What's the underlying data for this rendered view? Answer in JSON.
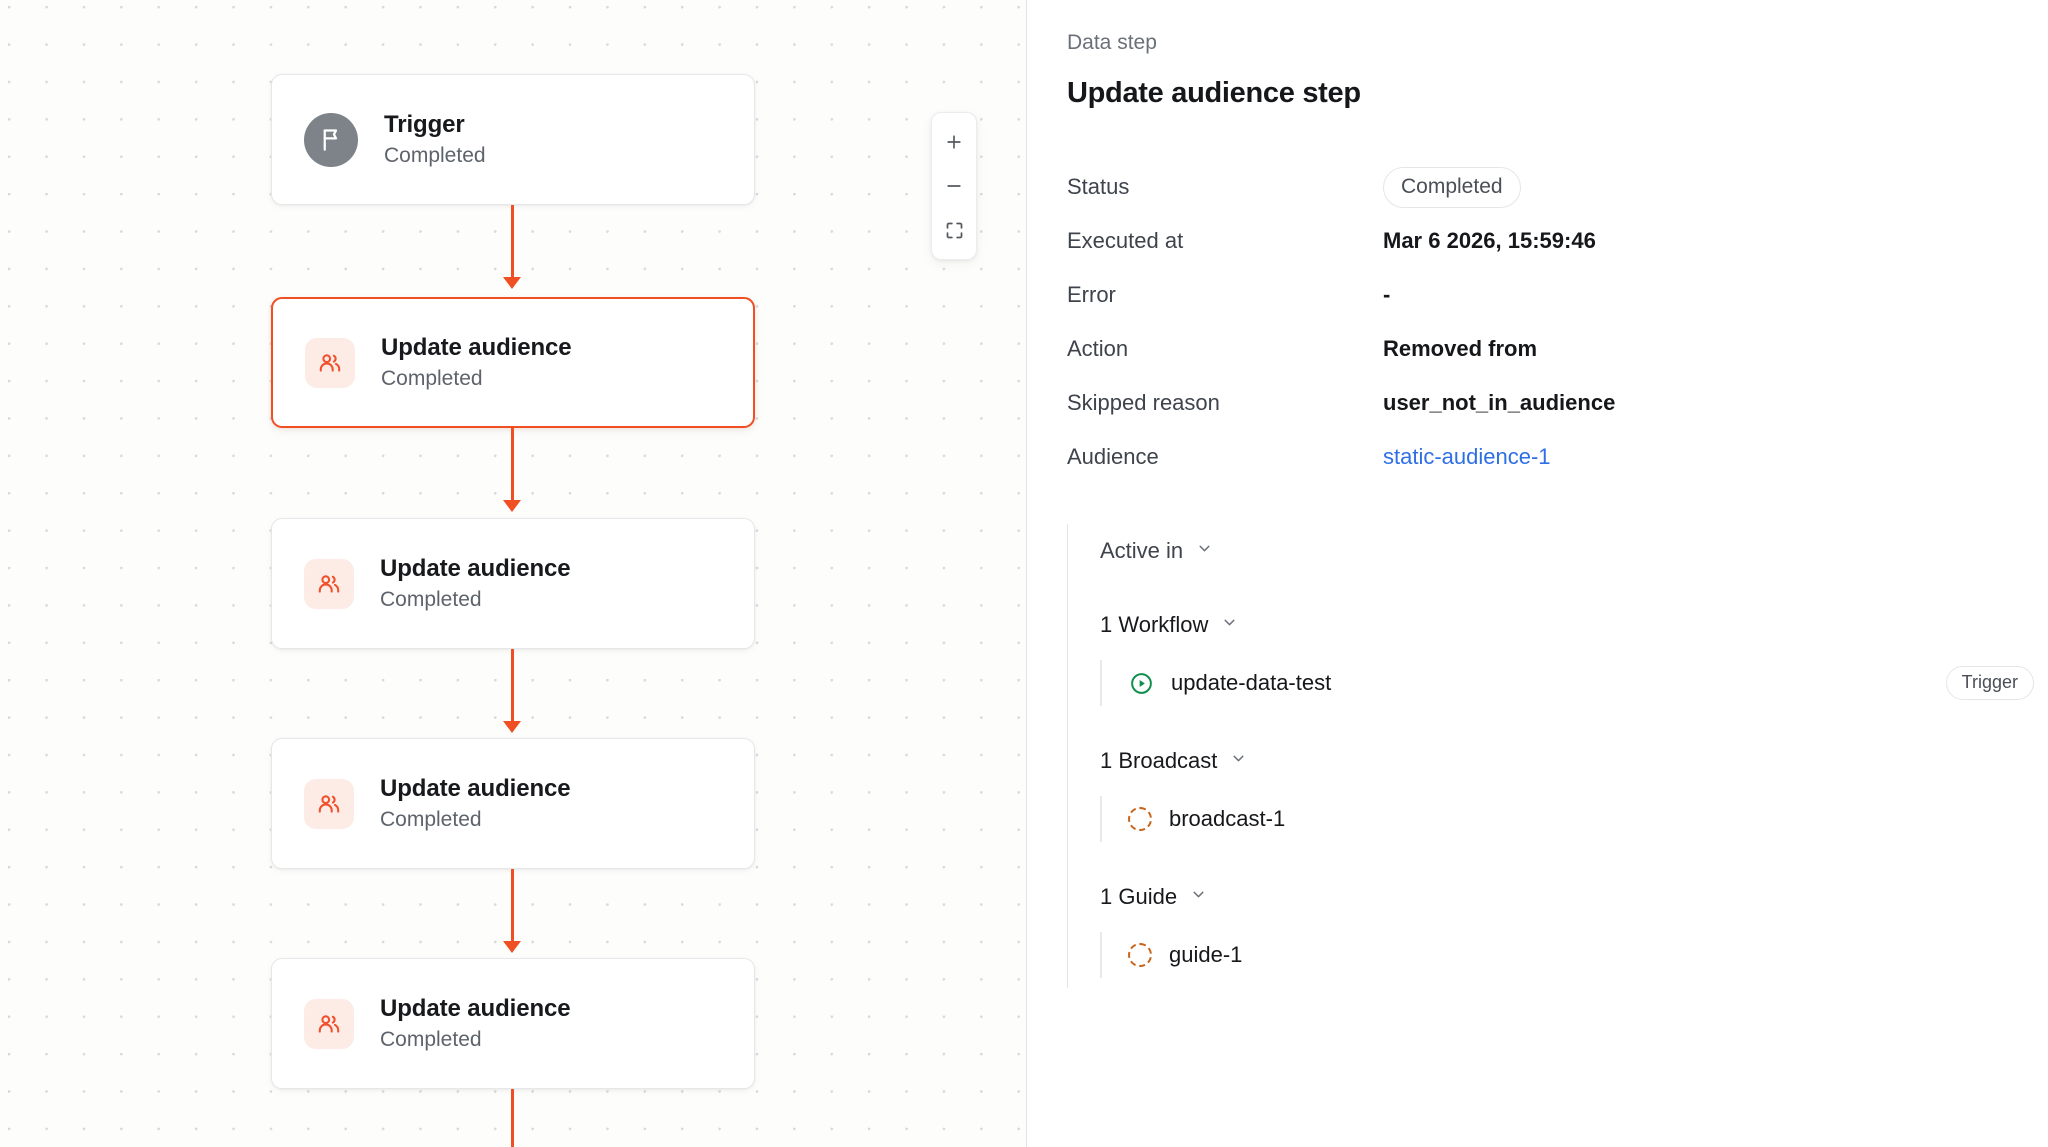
{
  "canvas": {
    "nodes": [
      {
        "title": "Trigger",
        "status": "Completed",
        "icon": "flag-icon",
        "kind": "trigger",
        "selected": false
      },
      {
        "title": "Update audience",
        "status": "Completed",
        "icon": "users-icon",
        "kind": "audience",
        "selected": true
      },
      {
        "title": "Update audience",
        "status": "Completed",
        "icon": "users-icon",
        "kind": "audience",
        "selected": false
      },
      {
        "title": "Update audience",
        "status": "Completed",
        "icon": "users-icon",
        "kind": "audience",
        "selected": false
      },
      {
        "title": "Update audience",
        "status": "Completed",
        "icon": "users-icon",
        "kind": "audience",
        "selected": false
      }
    ],
    "zoom_controls": [
      {
        "name": "zoom-in-button",
        "icon": "plus-icon"
      },
      {
        "name": "zoom-out-button",
        "icon": "minus-icon"
      },
      {
        "name": "fit-view-button",
        "icon": "fit-screen-icon"
      }
    ],
    "colors": {
      "connector": "#f04e23",
      "selected_border": "#f04e23",
      "node_icon_bg": "#fdebe5",
      "trigger_icon_bg": "#7d8389",
      "grid_dot": "#d8d8de",
      "background": "#fdfdfb"
    }
  },
  "panel": {
    "eyebrow": "Data step",
    "title": "Update audience step",
    "details": [
      {
        "label": "Status",
        "value": "Completed",
        "type": "pill"
      },
      {
        "label": "Executed at",
        "value": "Mar 6 2026, 15:59:46",
        "type": "bold"
      },
      {
        "label": "Error",
        "value": "-",
        "type": "bold"
      },
      {
        "label": "Action",
        "value": "Removed from",
        "type": "bold"
      },
      {
        "label": "Skipped reason",
        "value": "user_not_in_audience",
        "type": "bold"
      },
      {
        "label": "Audience",
        "value": "static-audience-1",
        "type": "link"
      }
    ],
    "active_in": {
      "label": "Active in",
      "chevron": "chevron-down-icon",
      "groups": [
        {
          "label": "1 Workflow",
          "chevron": "chevron-down-icon",
          "items": [
            {
              "name": "update-data-test",
              "icon": "play-circle-icon",
              "icon_color": "#0f8f4d",
              "badge": "Trigger"
            }
          ]
        },
        {
          "label": "1 Broadcast",
          "chevron": "chevron-down-icon",
          "items": [
            {
              "name": "broadcast-1",
              "icon": "dashed-circle-icon",
              "icon_color": "#c9651b",
              "badge": ""
            }
          ]
        },
        {
          "label": "1 Guide",
          "chevron": "chevron-down-icon",
          "items": [
            {
              "name": "guide-1",
              "icon": "dashed-circle-icon",
              "icon_color": "#c9651b",
              "badge": ""
            }
          ]
        }
      ]
    },
    "colors": {
      "link": "#2f6fe4",
      "text": "#16171a",
      "muted": "#6b7078"
    }
  }
}
